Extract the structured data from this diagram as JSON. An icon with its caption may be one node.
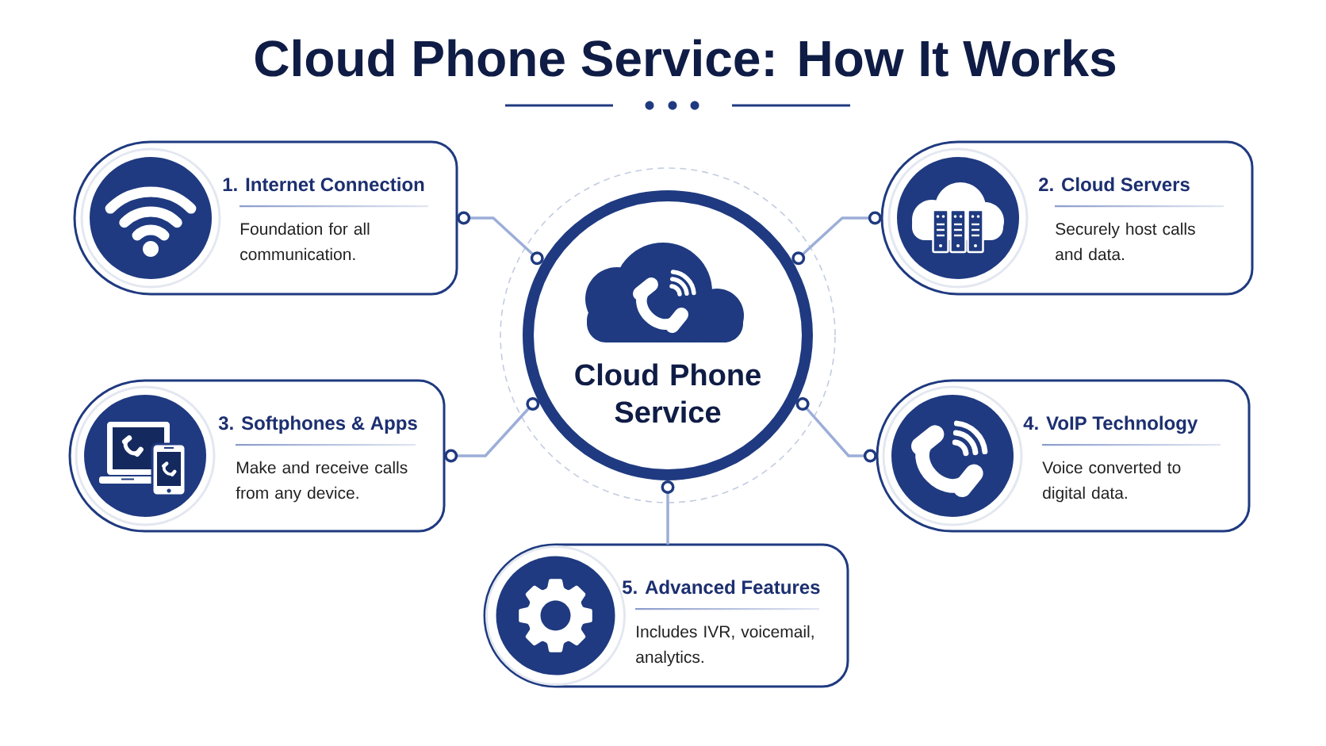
{
  "diagram": {
    "title": "Cloud Phone Service: How It Works",
    "nodes": [
      {
        "text": [
          "1. Internet Connection",
          "Foundation for all communication."
        ]
      },
      {
        "text": [
          "2. Cloud Servers",
          "Securely host calls and data."
        ]
      },
      {
        "text": [
          "Cloud Phone Service"
        ]
      },
      {
        "text": [
          "3. Softphones & Apps",
          "Make and receive calls from any device."
        ]
      },
      {
        "text": [
          "4. VoIP Technology",
          "Voice converted to digital data."
        ]
      },
      {
        "text": [
          "5. Advanced Features",
          "Includes IVR, voicemail, analytics."
        ]
      }
    ],
    "edges": [
      {
        "from": 2,
        "to": 0,
        "arrow": "other"
      },
      {
        "from": 2,
        "to": 1,
        "arrow": "other"
      },
      {
        "from": 2,
        "to": 3,
        "arrow": "other"
      },
      {
        "from": 2,
        "to": 4,
        "arrow": "other"
      },
      {
        "from": 2,
        "to": 5,
        "arrow": "other"
      }
    ]
  }
}
